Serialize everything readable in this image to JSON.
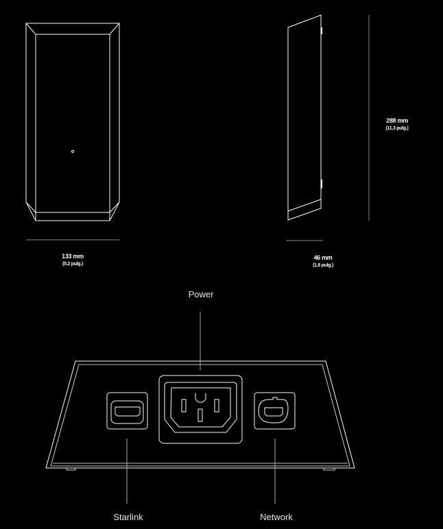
{
  "dimensions": {
    "width": {
      "mm": "133 mm",
      "in": "(5.2 pulg.)"
    },
    "depth": {
      "mm": "46 mm",
      "in": "(1.8 pulg.)"
    },
    "height": {
      "mm": "288 mm",
      "in": "(11.3 pulg.)"
    }
  },
  "ports": {
    "power": "Power",
    "starlink": "Starlink",
    "network": "Network"
  },
  "colors": {
    "background": "#000000",
    "stroke": "#ffffff"
  }
}
